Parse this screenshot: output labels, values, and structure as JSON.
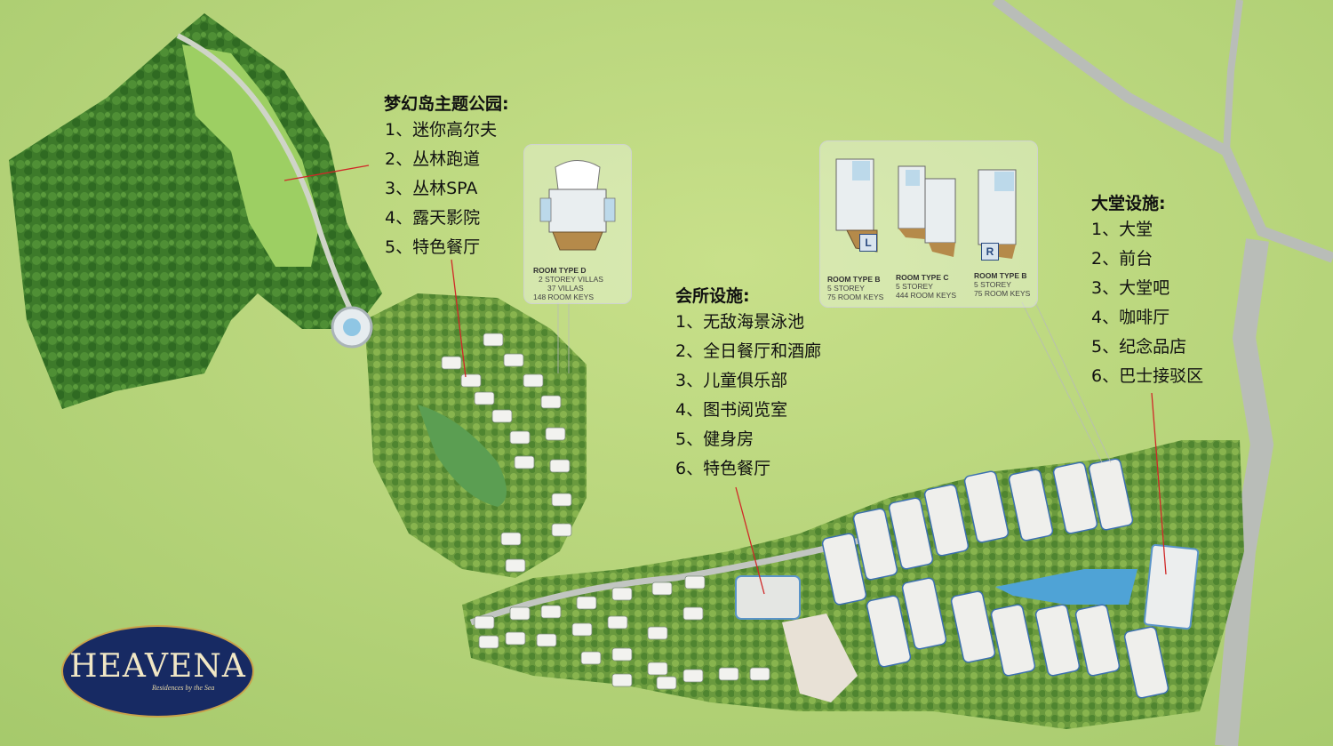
{
  "sections": {
    "theme_park": {
      "title": "梦幻岛主题公园:",
      "items": [
        "1、迷你高尔夫",
        "2、丛林跑道",
        "3、丛林SPA",
        "4、露天影院",
        "5、特色餐厅"
      ]
    },
    "clubhouse": {
      "title": "会所设施:",
      "items": [
        "1、无敌海景泳池",
        "2、全日餐厅和酒廊",
        "3、儿童俱乐部",
        "4、图书阅览室",
        "5、健身房",
        "6、特色餐厅"
      ]
    },
    "lobby": {
      "title": "大堂设施:",
      "items": [
        "1、大堂",
        "2、前台",
        "3、大堂吧",
        "4、咖啡厅",
        "5、纪念品店",
        "6、巴士接驳区"
      ]
    }
  },
  "room_types": {
    "d": {
      "name": "ROOM TYPE D",
      "lines": [
        "2 STOREY VILLAS",
        "37 VILLAS",
        "148 ROOM KEYS"
      ]
    },
    "b_left": {
      "name": "ROOM TYPE B",
      "lines": [
        "5 STOREY",
        "75 ROOM KEYS"
      ],
      "badge": "L"
    },
    "c": {
      "name": "ROOM TYPE C",
      "lines": [
        "5 STOREY",
        "444 ROOM KEYS"
      ]
    },
    "b_right": {
      "name": "ROOM TYPE B",
      "lines": [
        "5 STOREY",
        "75 ROOM KEYS"
      ],
      "badge": "R"
    }
  },
  "logo": {
    "name": "HEAVENA",
    "tagline": "Residences by the Sea"
  },
  "colors": {
    "lawn": "#b7d57a",
    "forest": "#3f7a2c",
    "water": "#4fa3d6",
    "road": "#b9bdb8",
    "logo_bg": "#172a63",
    "logo_gold": "#c9a24a",
    "leader": "#d02828"
  }
}
